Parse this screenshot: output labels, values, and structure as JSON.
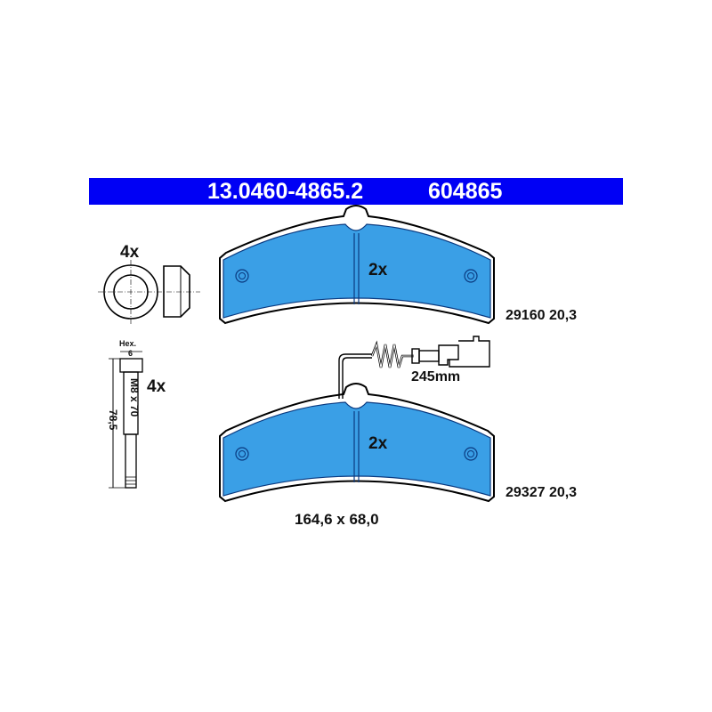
{
  "header": {
    "part_number": "13.0460-4865.2",
    "short_number": "604865"
  },
  "accessories": {
    "ring_qty": "4x",
    "bolt_qty": "4x",
    "hex_label": "Hex.",
    "hex_size": "6",
    "bolt_spec": "M8 x 70",
    "bolt_length": "78,5"
  },
  "pads": [
    {
      "qty": "2x",
      "code": "29160 20,3"
    },
    {
      "qty": "2x",
      "code": "29327 20,3"
    }
  ],
  "sensor": {
    "length": "245mm"
  },
  "dimensions": "164,6 x 68,0",
  "colors": {
    "banner": "#0000f5",
    "pad": "#3a9fe6"
  }
}
